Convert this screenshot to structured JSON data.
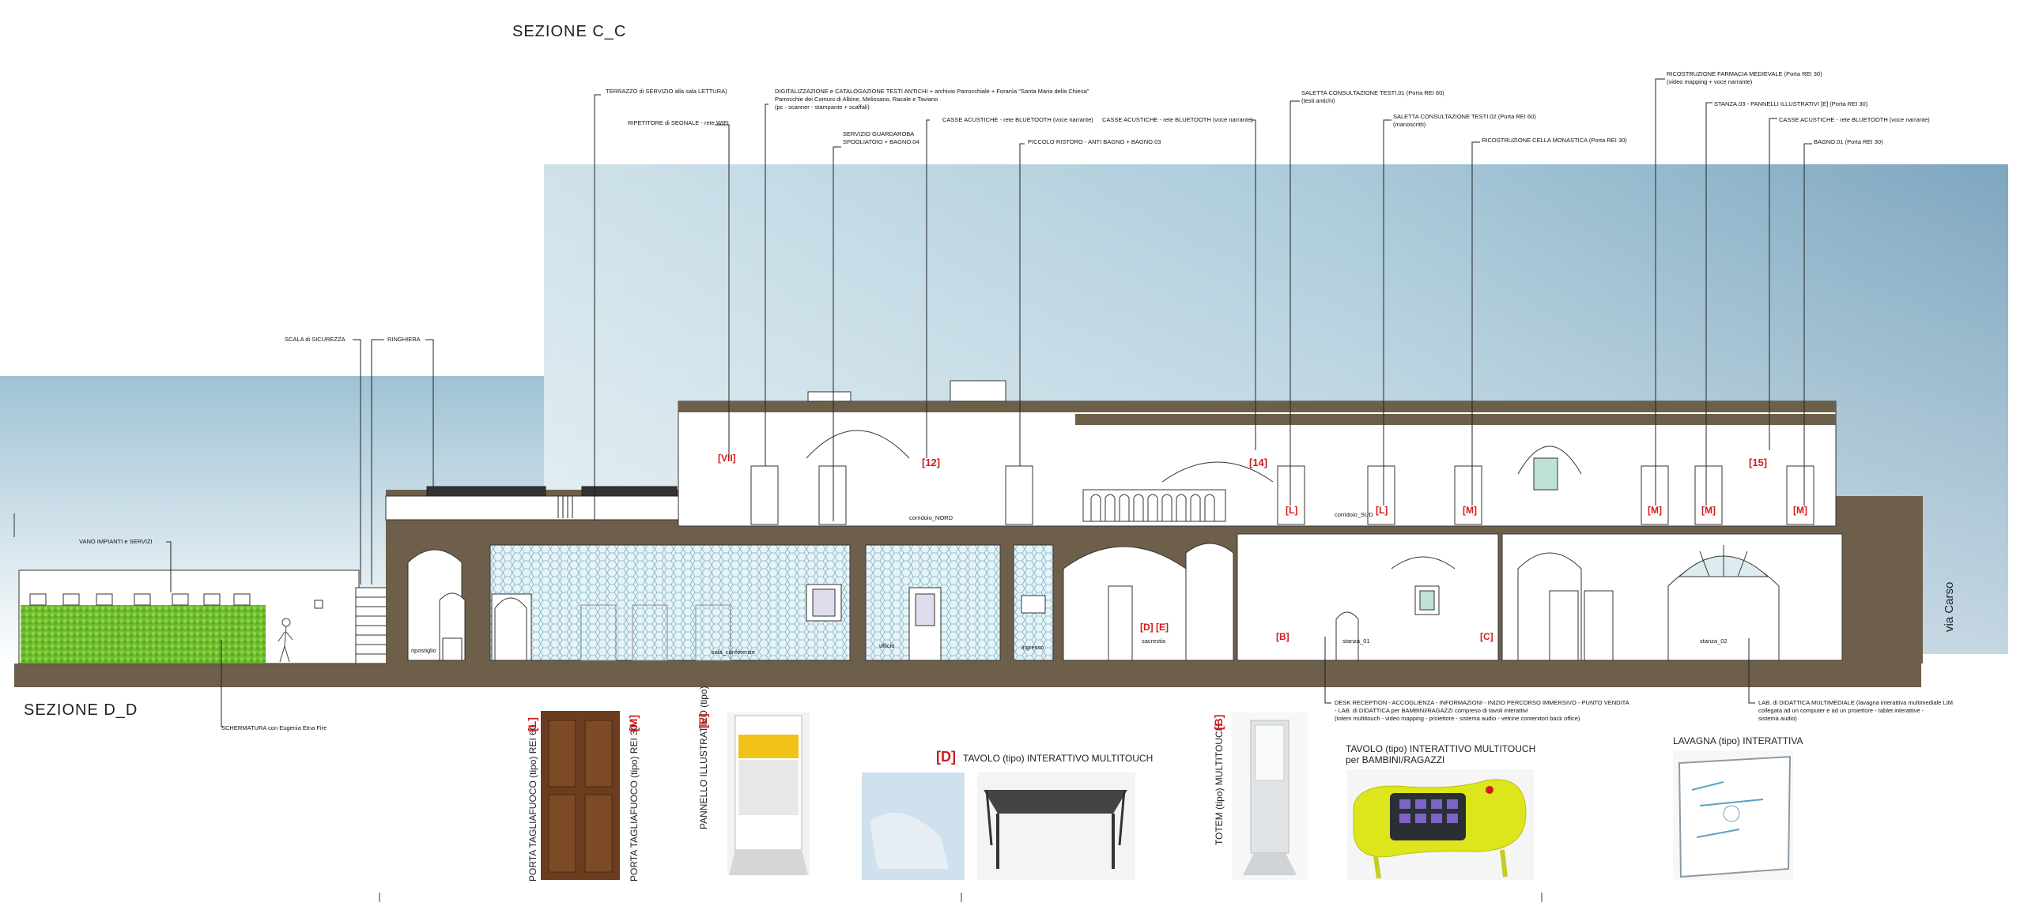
{
  "titles": {
    "section_cc": "SEZIONE  C_C",
    "section_dd": "SEZIONE  D_D",
    "via": "via Carso"
  },
  "annotations": {
    "terrazzo": "TERRAZZO di SERVIZIO alla sala LETTURA)",
    "ripetitore": "RIPETITORE di SEGNALE - rete WIFI",
    "digit1": "DIGITALIZZAZIONE e CATALOGAZIONE TESTI ANTICHI + archivio Parrocchiale + Foranìa \"Santa Maria della Chiesa\"",
    "digit2": "Parrocchie dei Comuni di Albìne, Melissano, Racale e Taviano",
    "digit3": "(pc - scanner - stampante + scaffali)",
    "guard1": "SERVIZIO GUARDAROBA",
    "guard2": "SPOGLIATOIO + BAGNO.04",
    "casse1": "CASSE ACUSTICHE - rete BLUETOOTH (voce narrante)",
    "ristoro": "PICCOLO RISTORO - ANTI BAGNO + BAGNO.03",
    "casse2": "CASSE ACUSTICHE - rete BLUETOOTH (voce narrante)",
    "saletta1a": "SALETTA CONSULTAZIONE TESTI.01 (Porta REI 60)",
    "saletta1b": "(testi antichi)",
    "saletta2a": "SALETTA CONSULTAZIONE TESTI.02 (Porta REI 60)",
    "saletta2b": "(manoscritti)",
    "cella": "RICOSTRUZIONE CELLA MONASTICA (Porta REI 30)",
    "farmacia1": "RICOSTRUZIONE FARMACIA MEDIEVALE (Porta REI 30)",
    "farmacia2": "(video mapping + voce narrante)",
    "stanza": "STANZA.03 - PANNELLI ILLUSTRATIVI [E] (Porta REI 30)",
    "casse3": "CASSE ACUSTICHE - rete BLUETOOTH (voce narrante)",
    "bagno": "BAGNO.01 (Porta REI 30)",
    "scala": "SCALA di SICUREZZA",
    "ringhiera": "RINGHIERA",
    "vano": "VANO IMPIANTI e SERVIZI",
    "schermatura": "SCHERMATURA con Eugenia Etna Fire",
    "desk1": "DESK RECEPTION - ACCOGLIENZA - INFORMAZIONI - INIZIO PERCORSO IMMERSIVO - PUNTO VENDITA",
    "desk2": "- LAB. di DIDATTICA per BAMBINI/RAGAZZI compreso di tavoli interattivi",
    "desk3": "(totem multitouch - video mapping - proiettore - sistema audio - vetrine  contenitori back office)",
    "lab1": "LAB. di DIDATTICA MULTIMEDIALE (lavagna interattiva multimediale LIM",
    "lab2": "collegata ad un computer e ad un proiettore - tablet interattive -",
    "lab3": "sistema audio)"
  },
  "rooms": {
    "corridoio_nord": "corridoio_NORD",
    "corridoio_sud": "corridoio_SUD",
    "ripostiglio": "ripostiglio",
    "sala_conferenze": "sala_conferenze",
    "ufficio": "ufficio",
    "ingresso": "ingresso",
    "sacrestia": "sacrestia",
    "stanza01": "stanza_01",
    "stanza02": "stanza_02"
  },
  "tags": {
    "vii": "[VII]",
    "t12": "[12]",
    "t14": "[14]",
    "t15": "[15]",
    "l": "[L]",
    "m": "[M]",
    "de": "[D] [E]",
    "b": "[B]",
    "c": "[C]",
    "d": "[D]",
    "e": "[E]"
  },
  "legend": {
    "porta60": "PORTA TAGLIAFUOCO (tipo) REI 60",
    "porta30": "PORTA TAGLIAFUOCO (tipo) REI 30",
    "pannello": "PANNELLO ILLUSTRATIVO (tipo)",
    "tavolo": "TAVOLO (tipo) INTERATTIVO MULTITOUCH",
    "totem": "TOTEM (tipo) MULTITOUCH",
    "tavolo_b1": "TAVOLO (tipo) INTERATTIVO MULTITOUCH",
    "tavolo_b2": "per BAMBINI/RAGAZZI",
    "lavagna": "LAVAGNA (tipo) INTERATTIVA"
  },
  "colors": {
    "wall": "#6e5f4b",
    "sky_top": "#bcd6e2",
    "sky_right": "#86aec5",
    "accent_red": "#d11b1b",
    "hedge": "#7cc43a"
  }
}
